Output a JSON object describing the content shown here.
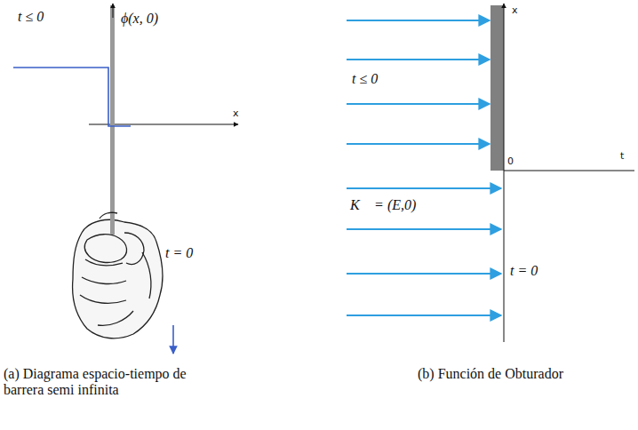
{
  "diagram": {
    "labels": [
      "t ≤ 0",
      "ϕ(x, 0)",
      "x",
      "t = 0",
      "(a) Diagrama espacio-tiempo de barrera semi infinita",
      "x",
      "t ≤ 0",
      "K⃗ = (E,0)",
      "0",
      "t",
      "t = 0",
      "(b) Función de Obturador"
    ]
  }
}
